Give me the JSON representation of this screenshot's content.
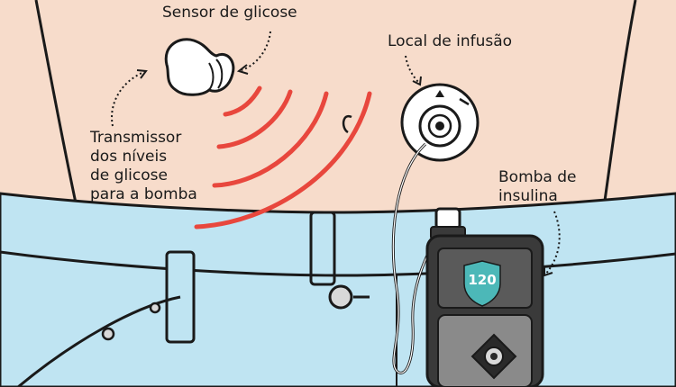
{
  "labels": {
    "sensor": "Sensor de glicose",
    "infusion_site": "Local de infusão",
    "transmitter_lines": [
      "Transmissor",
      "dos níveis",
      "de glicose",
      "para a bomba"
    ],
    "pump_lines": [
      "Bomba de",
      "insulina"
    ]
  },
  "pump": {
    "screen_value": "120"
  },
  "colors": {
    "skin": "#f7dccb",
    "jeans": "#bfe4f2",
    "signal_waves": "#e8473d",
    "pump_body": "#3a3a3a",
    "pump_badge": "#4cb8b8",
    "outline": "#1a1a1a"
  }
}
